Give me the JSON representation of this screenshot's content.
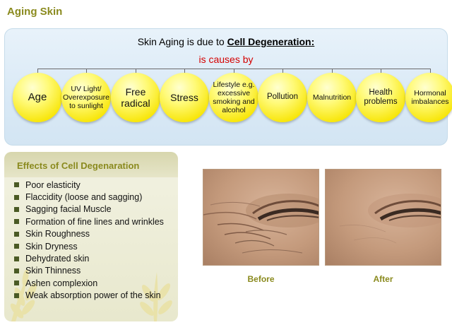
{
  "page": {
    "title": "Aging Skin"
  },
  "causes": {
    "heading_prefix": "Skin Aging is due to",
    "heading_strong": "Cell Degeneration:",
    "subheading": "is causes by",
    "items": [
      {
        "label": "Age"
      },
      {
        "label": "UV Light/ Overexposure to sunlight"
      },
      {
        "label": "Free radical"
      },
      {
        "label": "Stress"
      },
      {
        "label": "Lifestyle e.g. excessive smoking and alcohol"
      },
      {
        "label": "Pollution"
      },
      {
        "label": "Malnutrition"
      },
      {
        "label": "Health problems"
      },
      {
        "label": "Hormonal imbalances"
      }
    ]
  },
  "effects": {
    "title": "Effects of Cell Degenaration",
    "items": [
      "Poor elasticity",
      "Flaccidity (loose and sagging)",
      "Sagging facial Muscle",
      "Formation of fine lines and wrinkles",
      "Skin Roughness",
      "Skin Dryness",
      "Dehydrated skin",
      "Skin Thinness",
      "Ashen complexion",
      "Weak absorption power of the skin"
    ]
  },
  "photos": {
    "before_caption": "Before",
    "after_caption": "After"
  },
  "colors": {
    "title_olive": "#8a8a1e",
    "panel_blue": "#d9e9f6",
    "cause_yellow": "#f7e400",
    "subheading_red": "#d40000"
  }
}
